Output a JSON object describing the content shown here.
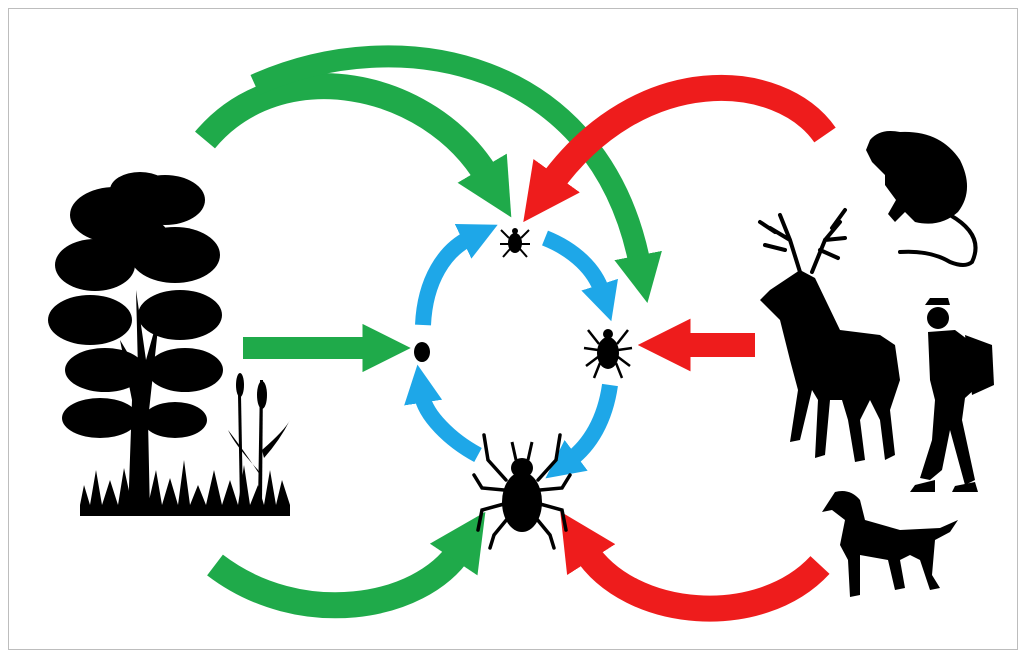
{
  "diagram": {
    "kind": "tick-life-cycle",
    "stages": [
      "egg",
      "larva",
      "nymph",
      "adult"
    ],
    "colors": {
      "environment_arrow": "#1faa4a",
      "host_arrow": "#ee1c1c",
      "lifecycle_arrow": "#1ea7e8",
      "silhouette": "#000000",
      "background": "#ffffff"
    },
    "icons": {
      "environment": [
        "tree-icon",
        "grass-icon",
        "reed-icon"
      ],
      "hosts": [
        "rodent-icon",
        "deer-icon",
        "hiker-icon",
        "dog-icon"
      ],
      "ticks": [
        "egg-icon",
        "larva-icon",
        "nymph-icon",
        "adult-tick-icon"
      ]
    }
  }
}
